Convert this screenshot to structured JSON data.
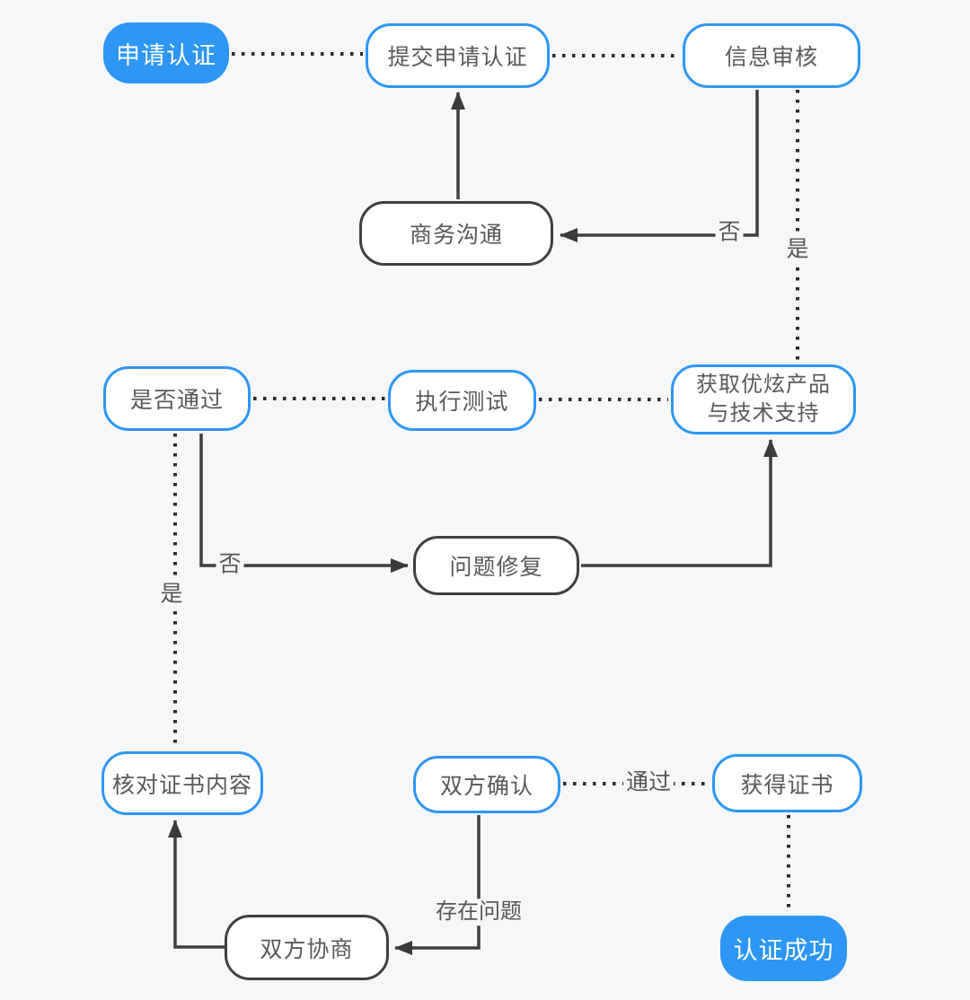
{
  "colors": {
    "accent_blue": "#2e96f5",
    "background": "#f6f7f9",
    "node_text": "#595959",
    "line_dark": "#3f3f3f"
  },
  "nodes": {
    "apply": {
      "label": "申请认证"
    },
    "submit": {
      "label": "提交申请认证"
    },
    "review": {
      "label": "信息审核"
    },
    "biz": {
      "label": "商务沟通"
    },
    "pass": {
      "label": "是否通过"
    },
    "test": {
      "label": "执行测试"
    },
    "support": {
      "line1": "获取优炫产品",
      "line2": "与技术支持"
    },
    "fix": {
      "label": "问题修复"
    },
    "verify": {
      "label": "核对证书内容"
    },
    "confirm": {
      "label": "双方确认"
    },
    "cert": {
      "label": "获得证书"
    },
    "nego": {
      "label": "双方协商"
    },
    "success": {
      "label": "认证成功"
    }
  },
  "edge_labels": {
    "review_no": "否",
    "review_yes": "是",
    "pass_no": "否",
    "pass_yes": "是",
    "confirm_pass": "通过",
    "confirm_issue": "存在问题"
  }
}
